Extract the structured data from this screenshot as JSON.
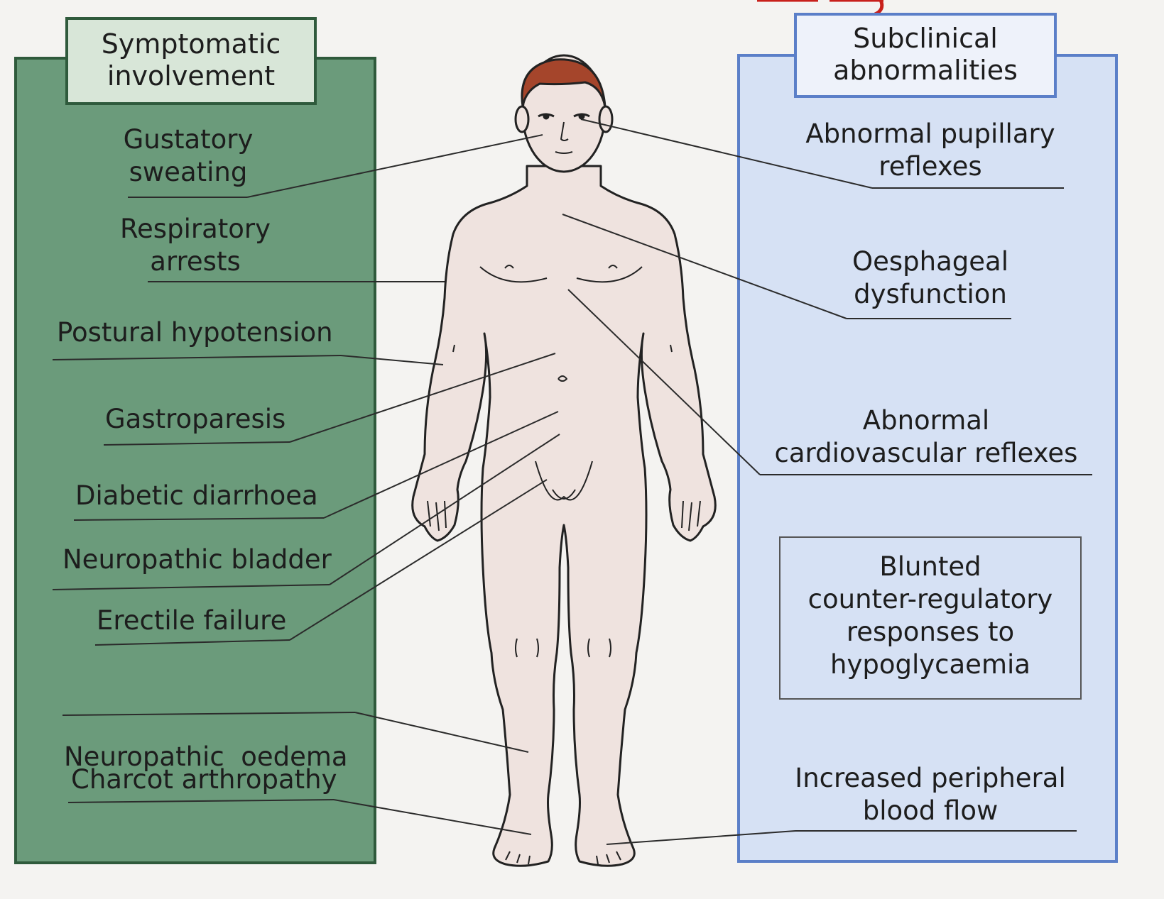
{
  "left_panel": {
    "header": [
      "Symptomatic",
      "involvement"
    ],
    "items": [
      {
        "lines": [
          "Gustatory",
          "sweating"
        ]
      },
      {
        "lines": [
          "Respiratory",
          "arrests"
        ]
      },
      {
        "lines": [
          "Postural hypotension"
        ]
      },
      {
        "lines": [
          "Gastroparesis"
        ]
      },
      {
        "lines": [
          "Diabetic diarrhoea"
        ]
      },
      {
        "lines": [
          "Neuropathic bladder"
        ]
      },
      {
        "lines": [
          "Erectile failure"
        ]
      },
      {
        "lines": [
          "Neuropathic  oedema"
        ]
      },
      {
        "lines": [
          "Charcot arthropathy"
        ]
      }
    ]
  },
  "right_panel": {
    "header": [
      "Subclinical",
      "abnormalities"
    ],
    "items": [
      {
        "lines": [
          "Abnormal pupillary",
          "reflexes"
        ]
      },
      {
        "lines": [
          "Oesphageal",
          "dysfunction"
        ]
      },
      {
        "lines": [
          "Abnormal",
          "cardiovascular reflexes"
        ]
      },
      {
        "lines": [
          "Blunted",
          "counter-regulatory",
          "responses to",
          "hypoglycaemia"
        ]
      },
      {
        "lines": [
          "Increased peripheral",
          "blood flow"
        ]
      }
    ]
  },
  "colors": {
    "left_panel_fill": "#6b9b7b",
    "left_header_fill": "#d8e6d8",
    "right_panel_fill": "#d6e1f4",
    "right_border": "#5b7fc8",
    "skin": "#efe3df",
    "hair": "#a5452b",
    "text": "#1d1d1d",
    "accent_red": "#c8201b"
  }
}
